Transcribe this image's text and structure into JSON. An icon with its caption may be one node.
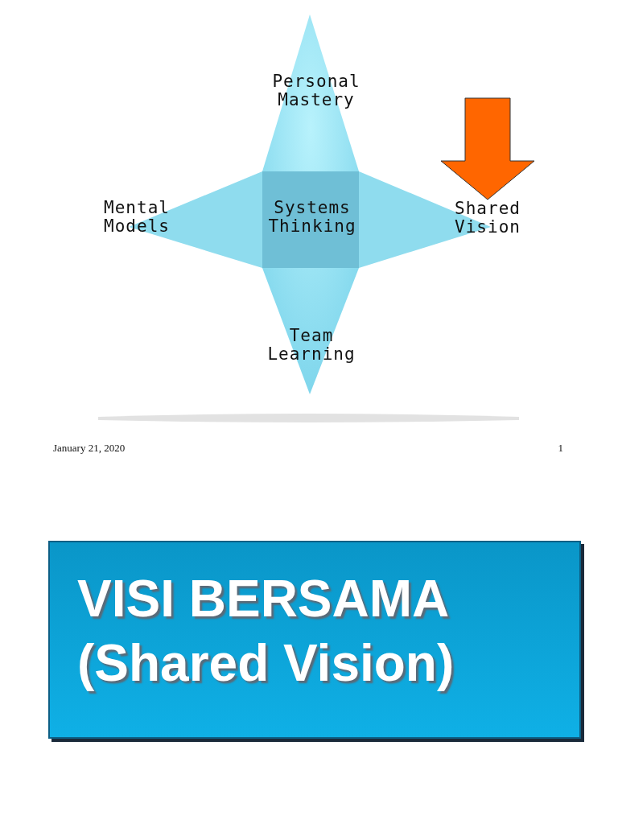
{
  "diagram": {
    "nodes": [
      {
        "text": [
          "Systems Thinking"
        ]
      },
      {
        "text": [
          "Personal Mastery"
        ]
      },
      {
        "text": [
          "Mental Models"
        ]
      },
      {
        "text": [
          "Shared Vision"
        ]
      },
      {
        "text": [
          "Team Learning"
        ]
      },
      {
        "text": [
          "VISI BERSAMA (Shared Vision)"
        ]
      }
    ],
    "edges": [
      {
        "from": null,
        "to": 3,
        "arrow": "to",
        "color": "#ff6600"
      }
    ],
    "labels": [
      "January 21, 2020",
      "1"
    ]
  }
}
